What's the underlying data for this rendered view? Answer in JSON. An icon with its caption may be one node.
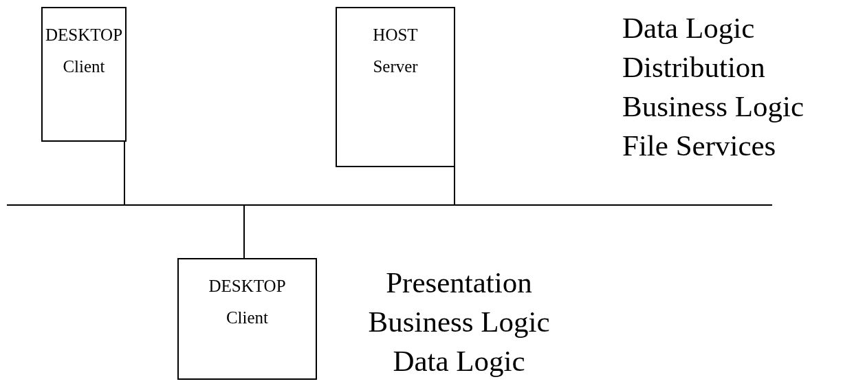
{
  "diagram": {
    "nodes": [
      {
        "text": [
          "DESKTOP",
          "Client"
        ]
      },
      {
        "text": [
          "HOST",
          "Server"
        ],
        "beside": [
          "Data Logic",
          "Distribution",
          "Business Logic",
          "File Services"
        ]
      },
      {
        "text": [],
        "shape": "bar"
      },
      {
        "text": [
          "DESKTOP",
          "Client"
        ],
        "beside": [
          "Presentation",
          "Business Logic",
          "Data Logic"
        ]
      }
    ],
    "edges": [
      {
        "from": 0,
        "to": 2,
        "arrow": "none"
      },
      {
        "from": 1,
        "to": 2,
        "arrow": "none"
      },
      {
        "from": 2,
        "to": 3,
        "arrow": "none"
      }
    ]
  }
}
